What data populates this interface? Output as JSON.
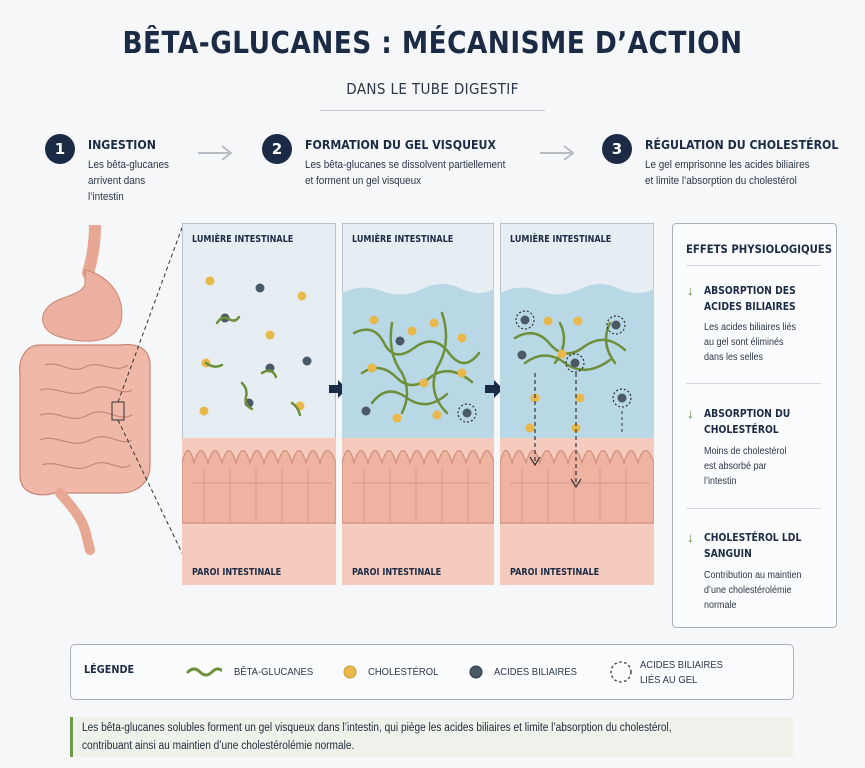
{
  "title": "BÊTA-GLUCANES : MÉCANISME D’ACTION",
  "subtitle": "DANS LE TUBE DIGESTIF",
  "steps": [
    {
      "number": "1",
      "title": "INGESTION",
      "desc": [
        "Les bêta-glucanes",
        "arrivent dans",
        "l’intestin"
      ]
    },
    {
      "number": "2",
      "title": "FORMATION DU GEL VISQUEUX",
      "desc": [
        "Les bêta-glucanes se dissolvent partiellement",
        "et forment un gel visqueux"
      ]
    },
    {
      "number": "3",
      "title": "RÉGULATION DU CHOLESTÉROL",
      "desc": [
        "Le gel emprisonne les acides biliaires",
        "et limite l’absorption du cholestérol"
      ]
    }
  ],
  "panels": [
    {
      "top_label": "LUMIÈRE INTESTINALE",
      "bottom_label": "PAROI INTESTINALE"
    },
    {
      "top_label": "LUMIÈRE INTESTINALE",
      "bottom_label": "PAROI INTESTINALE"
    },
    {
      "top_label": "LUMIÈRE INTESTINALE",
      "bottom_label": "PAROI INTESTINALE"
    }
  ],
  "effects": {
    "title": "EFFETS PHYSIOLOGIQUES",
    "items": [
      {
        "title": [
          "ABSORPTION DES",
          "ACIDES BILIAIRES"
        ],
        "desc": [
          "Les acides biliaires liés",
          "au gel sont éliminés",
          "dans les selles"
        ]
      },
      {
        "title": [
          "ABSORPTION DU",
          "CHOLESTÉROL"
        ],
        "desc": [
          "Moins de cholestérol",
          "est absorbé par",
          "l’intestin"
        ]
      },
      {
        "title": [
          "CHOLESTÉROL LDL",
          "SANGUIN"
        ],
        "desc": [
          "Contribution au maintien",
          "d’une cholestérolémie",
          "normale"
        ]
      }
    ]
  },
  "legend": {
    "title": "LÉGENDE",
    "beta_glucanes": "BÊTA-GLUCANES",
    "cholesterol": "CHOLESTÉROL",
    "acides_biliaires": "ACIDES BILIAIRES",
    "acides_lies": [
      "ACIDES BILIAIRES",
      "LIÉS AU GEL"
    ]
  },
  "summary": [
    "Les bêta-glucanes solubles forment un gel visqueux dans l’intestin, qui piège les acides biliaires et limite l’absorption du cholestérol,",
    "contribuant ainsi au maintien d’une cholestérolémie normale."
  ],
  "colors": {
    "navy": "#1c2b45",
    "gel": "#b9d8e6",
    "tissue": "#efb6a6",
    "cholesterol": "#e8b84a",
    "bile_acid": "#4b5866",
    "beta_glucan": "#6d8f3a"
  }
}
